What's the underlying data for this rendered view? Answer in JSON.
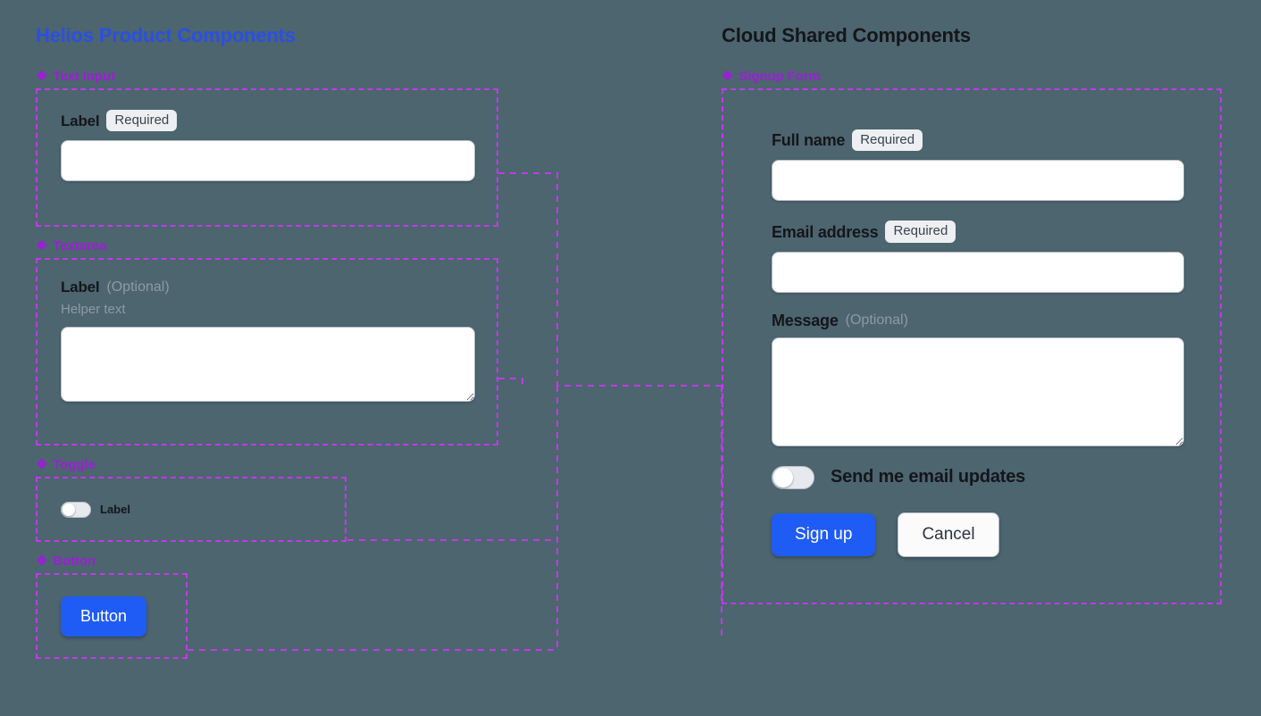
{
  "canvas": {
    "background_color": "#4c656f",
    "connector_color": "#c13ae8",
    "accent_blue": "#2a4fe4",
    "accent_purple": "#9b1fd6",
    "primary_button_color": "#1f5cf5"
  },
  "left_column": {
    "title": "Helios Product Components",
    "groups": [
      {
        "icon": "diamond-cluster-icon",
        "name": "Text Input",
        "field": {
          "label": "Label",
          "badge": "Required",
          "input_value": "",
          "input_placeholder": ""
        }
      },
      {
        "icon": "diamond-cluster-icon",
        "name": "Textarea",
        "field": {
          "label": "Label",
          "optional_tag": "(Optional)",
          "helper_text": "Helper text",
          "textarea_value": "",
          "textarea_placeholder": ""
        }
      },
      {
        "icon": "diamond-cluster-icon",
        "name": "Toggle",
        "field": {
          "label": "Label",
          "state": "off"
        }
      },
      {
        "icon": "diamond-cluster-icon",
        "name": "Button",
        "field": {
          "label": "Button"
        }
      }
    ]
  },
  "right_column": {
    "title": "Cloud Shared Components",
    "group": {
      "icon": "diamond-cluster-icon",
      "name": "Signup Form"
    },
    "form": {
      "fields": [
        {
          "label": "Full name",
          "badge": "Required",
          "value": "",
          "placeholder": "",
          "type": "text"
        },
        {
          "label": "Email address",
          "badge": "Required",
          "value": "",
          "placeholder": "",
          "type": "text"
        },
        {
          "label": "Message",
          "optional_tag": "(Optional)",
          "value": "",
          "placeholder": "",
          "type": "textarea"
        }
      ],
      "toggle": {
        "label": "Send me email updates",
        "state": "off"
      },
      "actions": {
        "primary": "Sign up",
        "secondary": "Cancel"
      }
    }
  }
}
